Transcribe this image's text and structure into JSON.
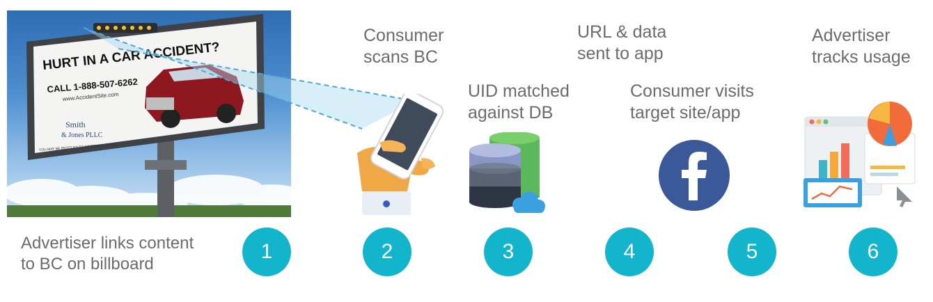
{
  "billboard": {
    "headline": "HURT IN A CAR ACCIDENT?",
    "phone": "CALL 1-888-507-6262",
    "website": "www.AccidentSite.com",
    "firm_line1": "Smith",
    "firm_line2": "& Jones PLLC",
    "fine_print": "YOU MAY BE ENTITLED TO IMMEDIATE FUNDS"
  },
  "steps": [
    {
      "number": "1",
      "caption": "Advertiser links content\nto BC on billboard"
    },
    {
      "number": "2",
      "caption": "Consumer\nscans BC"
    },
    {
      "number": "3",
      "caption": "UID matched\nagainst DB"
    },
    {
      "number": "4",
      "caption": "URL & data\nsent to app"
    },
    {
      "number": "5",
      "caption": "Consumer visits\ntarget site/app"
    },
    {
      "number": "6",
      "caption": "Advertiser\ntracks usage"
    }
  ],
  "colors": {
    "step_circle": "#12b5cb",
    "caption_text": "#6b6b6b",
    "facebook_blue": "#3b5998",
    "scan_beam": "#a9d9ef"
  },
  "icons": [
    "billboard-photo",
    "phone-in-hand-icon",
    "database-cloud-icon",
    "facebook-icon",
    "analytics-dashboard-icon"
  ]
}
